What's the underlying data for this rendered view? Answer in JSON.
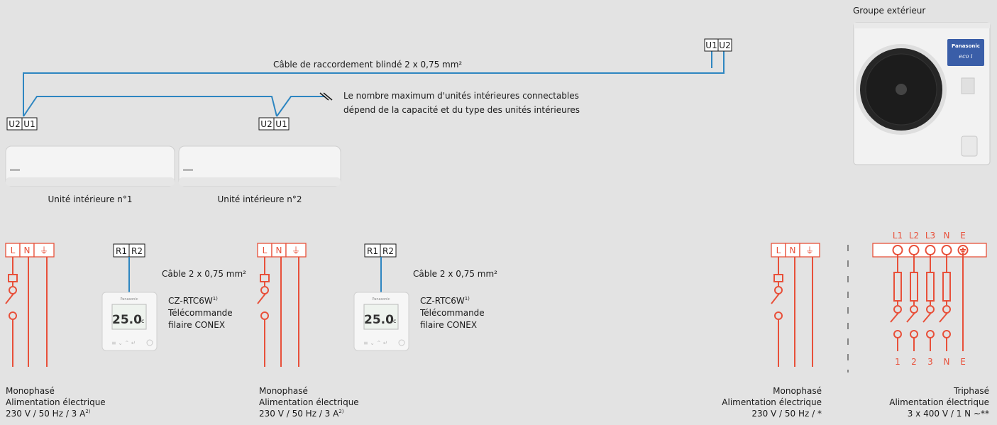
{
  "outdoor": {
    "title": "Groupe extérieur",
    "terminals": [
      "U1",
      "U2"
    ],
    "brand": "Panasonic",
    "logo_text": "eco i"
  },
  "bus_cable_label": "Câble de raccordement blindé 2 x 0,75 mm²",
  "note": {
    "line1": "Le nombre maximum d'unités intérieures connectables",
    "line2": "dépend de la capacité et du type des unités intérieures"
  },
  "indoor_units": [
    {
      "terminals": [
        "U2",
        "U1"
      ],
      "label": "Unité intérieure n°1"
    },
    {
      "terminals": [
        "U2",
        "U1"
      ],
      "label": "Unité intérieure n°2"
    }
  ],
  "remote": {
    "terminals": [
      "R1",
      "R2"
    ],
    "cable_label": "Câble 2 x 0,75 mm²",
    "model": "CZ-RTC6W",
    "model_sup": "1)",
    "desc1": "Télécommande",
    "desc2": "filaire CONEX",
    "display": "25.0",
    "display_unit": "c",
    "brand": "Panasonic"
  },
  "single_phase_terminals": [
    "L",
    "N",
    "⏚"
  ],
  "three_phase": {
    "top_labels": [
      "L1",
      "L2",
      "L3",
      "N",
      "E"
    ],
    "bottom_labels": [
      "1",
      "2",
      "3",
      "N",
      "E"
    ]
  },
  "supplies": [
    {
      "l1": "Monophasé",
      "l2": "Alimentation électrique",
      "l3": "230 V / 50 Hz / 3 A",
      "sup": "2)"
    },
    {
      "l1": "Monophasé",
      "l2": "Alimentation électrique",
      "l3": "230 V / 50 Hz / 3 A",
      "sup": "2)"
    },
    {
      "l1": "Monophasé",
      "l2": "Alimentation électrique",
      "l3": "230 V / 50 Hz / *",
      "sup": ""
    },
    {
      "l1": "Triphasé",
      "l2": "Alimentation électrique",
      "l3": "3 x 400 V / 1 N ~**",
      "sup": ""
    }
  ],
  "colors": {
    "power": "#e8503a",
    "bus": "#2e86c1",
    "background": "#e3e3e3"
  }
}
